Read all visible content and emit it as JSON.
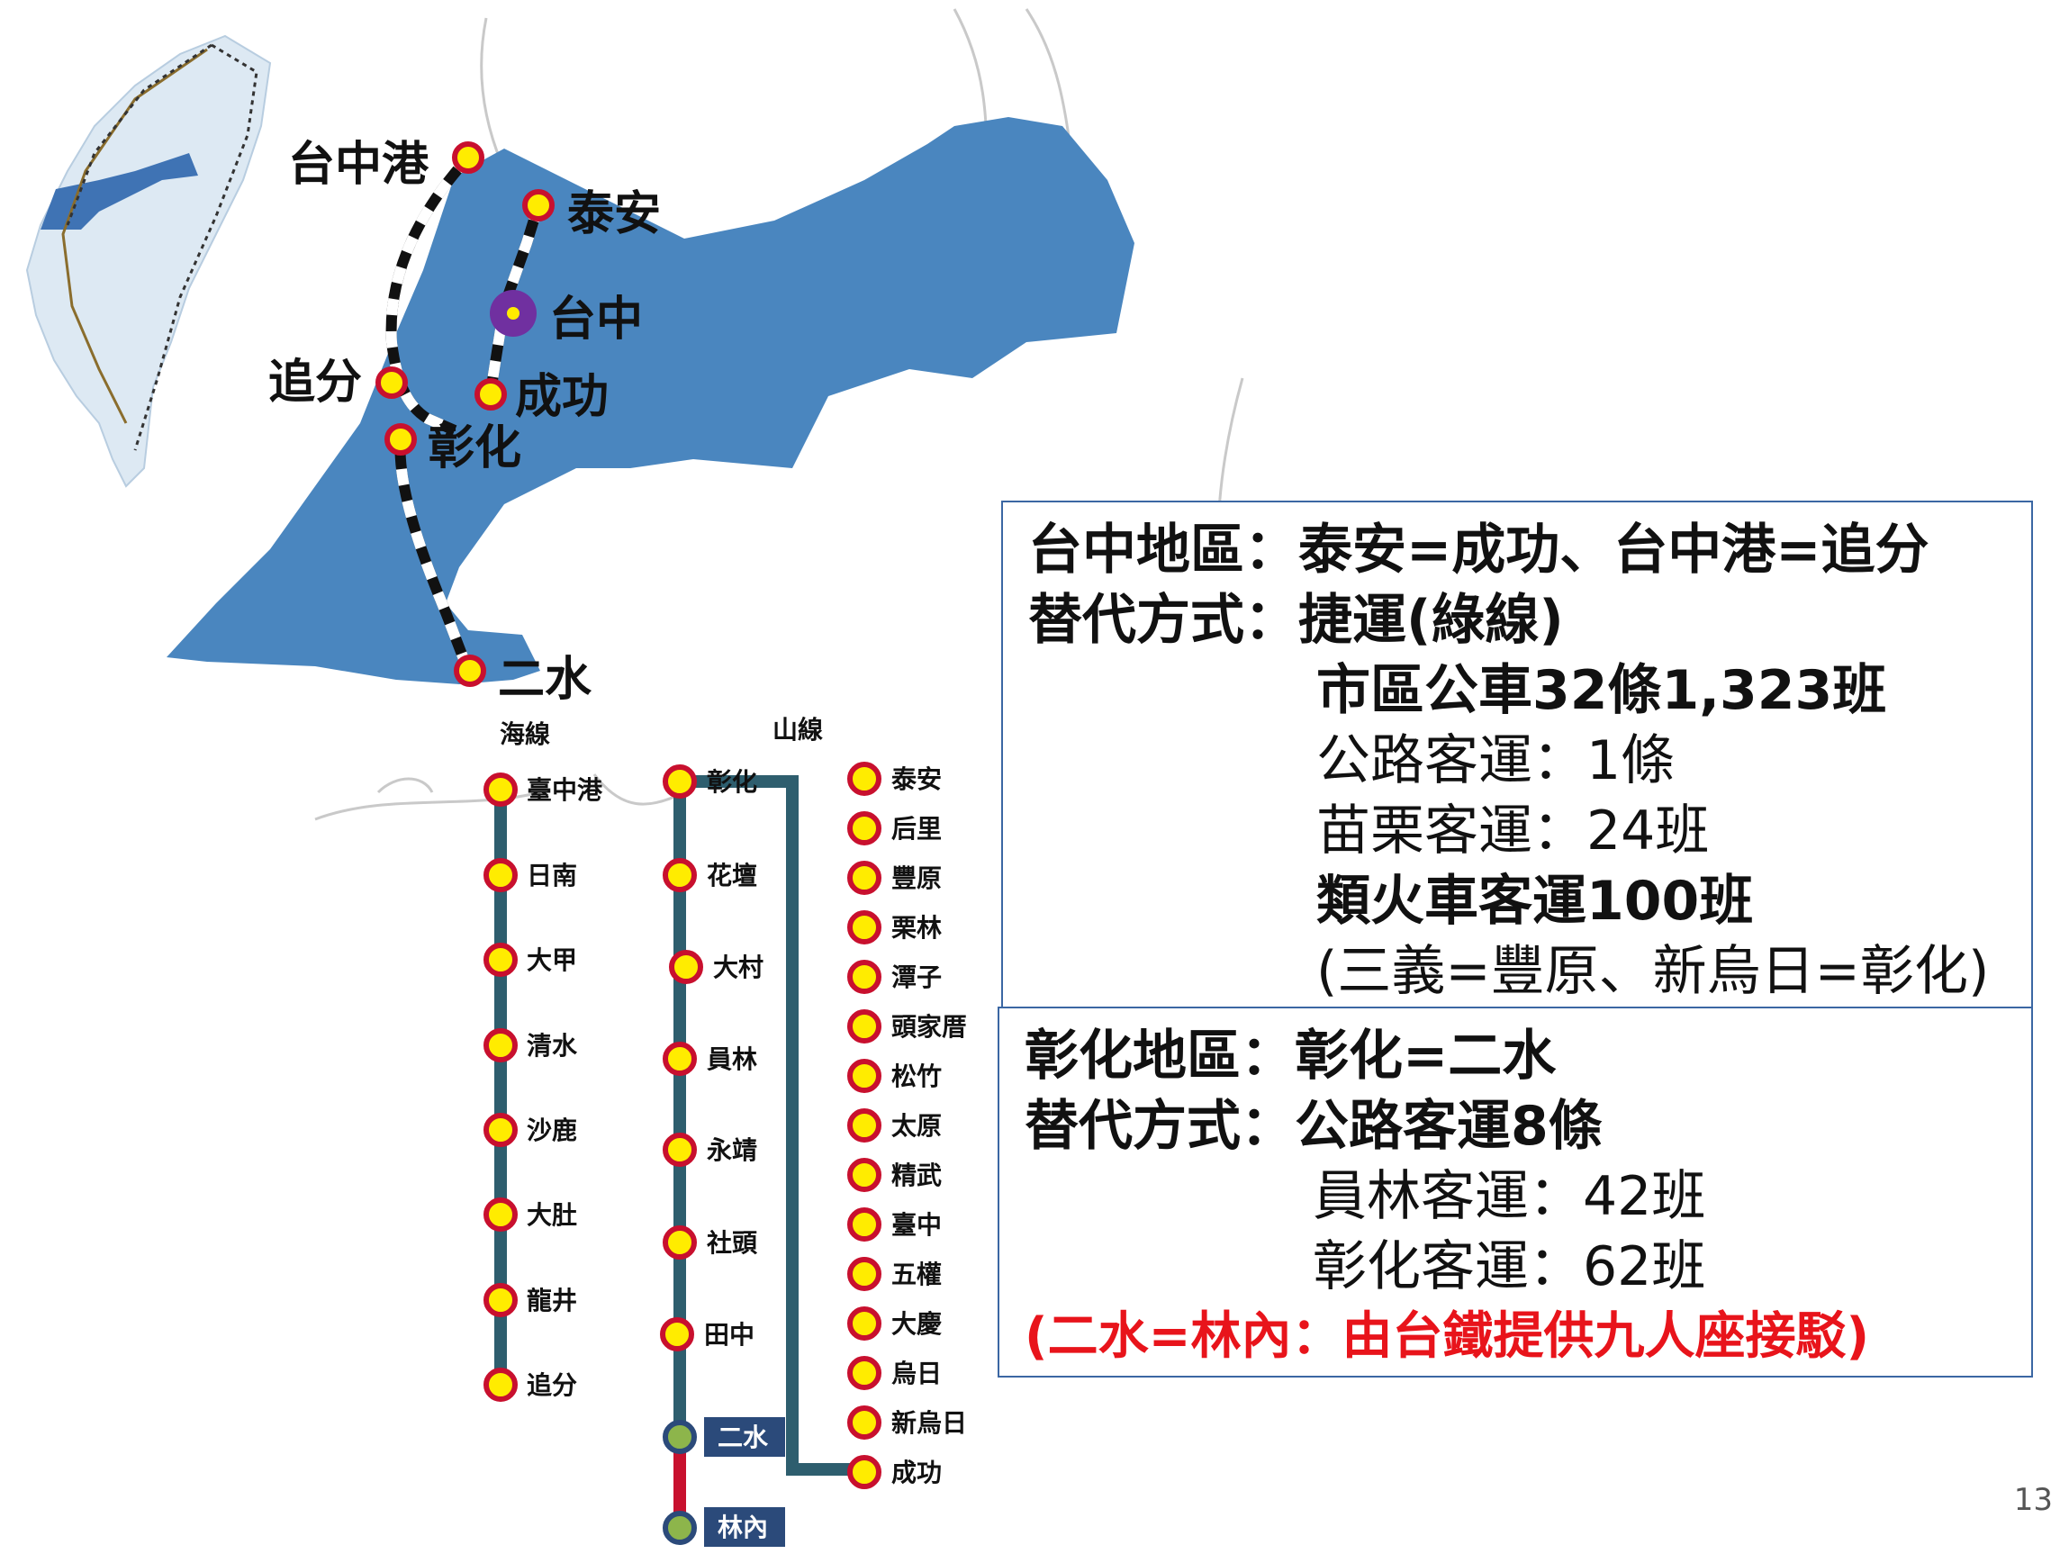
{
  "map": {
    "stations": [
      {
        "id": "taichung-port",
        "label": "台中港"
      },
      {
        "id": "taian",
        "label": "泰安"
      },
      {
        "id": "taichung",
        "label": "台中"
      },
      {
        "id": "zhuifen",
        "label": "追分"
      },
      {
        "id": "chenggong",
        "label": "成功"
      },
      {
        "id": "changhua",
        "label": "彰化"
      },
      {
        "id": "ershui",
        "label": "二水"
      }
    ]
  },
  "lines": {
    "coast_title": "海線",
    "mountain_title": "山線",
    "coast": [
      "臺中港",
      "日南",
      "大甲",
      "清水",
      "沙鹿",
      "大肚",
      "龍井",
      "追分"
    ],
    "changhua_branch": [
      "彰化",
      "花壇",
      "大村",
      "員林",
      "永靖",
      "社頭",
      "田中"
    ],
    "ershui": "二水",
    "linnei": "林內",
    "mountain": [
      "泰安",
      "后里",
      "豐原",
      "栗林",
      "潭子",
      "頭家厝",
      "松竹",
      "太原",
      "精武",
      "臺中",
      "五權",
      "大慶",
      "烏日",
      "新烏日",
      "成功"
    ]
  },
  "info_taichung": {
    "line1": "台中地區：泰安=成功、台中港=追分",
    "line2": "替代方式：捷運(綠線)",
    "line3": "市區公車32條1,323班",
    "line4": "公路客運：1條",
    "line5": "苗栗客運：24班",
    "line6": "類火車客運100班",
    "line7": "(三義=豐原、新烏日=彰化)"
  },
  "info_changhua": {
    "line1": "彰化地區：彰化=二水",
    "line2": "替代方式：公路客運8條",
    "line3": "員林客運：42班",
    "line4": "彰化客運：62班",
    "line5": "(二水=林內：由台鐵提供九人座接駁)"
  },
  "colors": {
    "region_blue": "#4a86bf",
    "line_teal": "#2e5e6e",
    "station_yellow": "#ffec00",
    "station_red": "#c8102e",
    "taichung_purple": "#7030a0",
    "accent_red": "#e8141b",
    "box_border": "#3b67a3",
    "label_navy": "#2b4a7a"
  },
  "page_number": "13"
}
